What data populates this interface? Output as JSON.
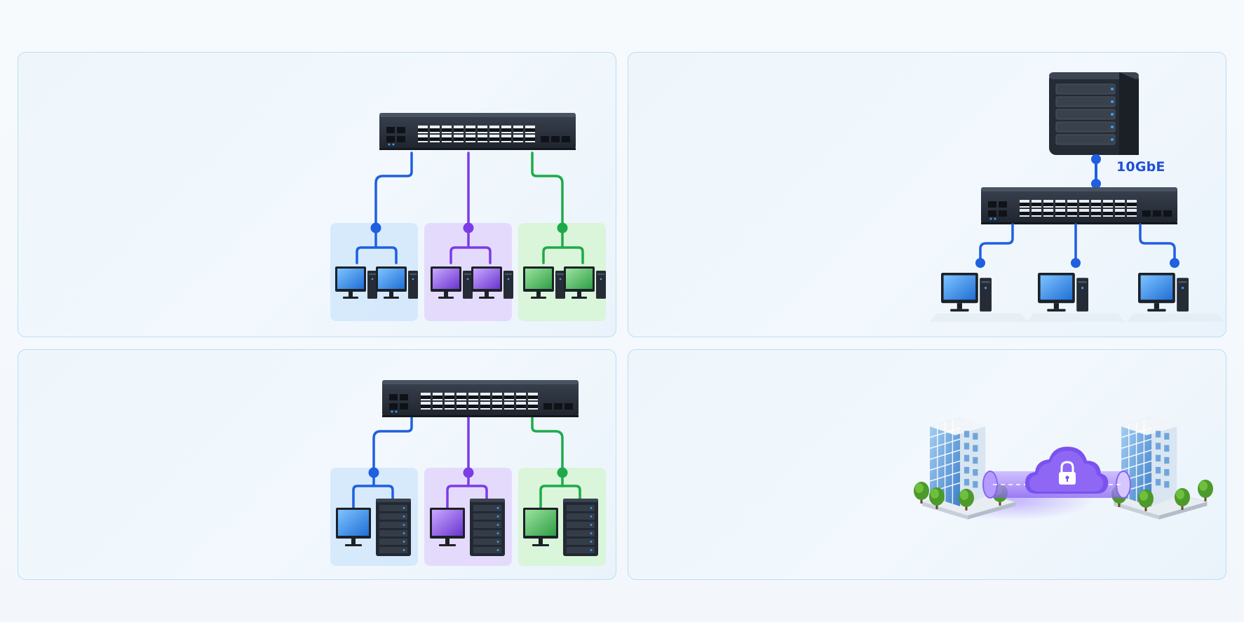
{
  "panels": [
    {
      "id": "vlan-segmentation",
      "groups": [
        "blue",
        "purple",
        "green"
      ],
      "endpoints_per_group": 2,
      "endpoint_type": "desktop-pc"
    },
    {
      "id": "nas-uplink",
      "link_label": "10GbE",
      "clients": 3
    },
    {
      "id": "server-segmentation",
      "groups": [
        "blue",
        "purple",
        "green"
      ],
      "endpoint_type": "monitor-and-server"
    },
    {
      "id": "site-to-site-vpn",
      "icons": [
        "office-building-icon",
        "cloud-icon",
        "lock-icon",
        "office-building-icon"
      ]
    }
  ],
  "colors": {
    "blue": "#1f5fe0",
    "purple": "#7b3ce6",
    "green": "#1faa4a",
    "panel_border": "#b9def5",
    "switch_body": "#2c3340",
    "label_blue": "#1f4fd8"
  }
}
